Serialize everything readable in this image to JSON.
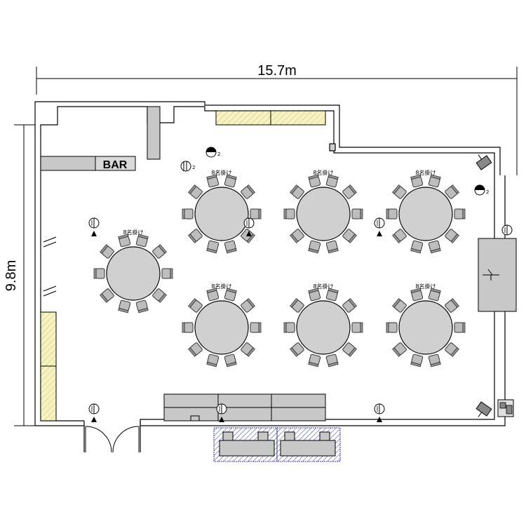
{
  "dimensions": {
    "width_label": "15.7m",
    "height_label": "9.8m"
  },
  "bar": {
    "label": "BAR"
  },
  "tables": [
    {
      "label": "8名掛け"
    },
    {
      "label": "8名掛け"
    },
    {
      "label": "8名掛け"
    },
    {
      "label": "8名掛け"
    },
    {
      "label": "8名掛け"
    },
    {
      "label": "8名掛け"
    },
    {
      "label": "8名掛け"
    }
  ],
  "lights": [
    {
      "number": "2"
    },
    {
      "number": "2"
    },
    {
      "number": "2"
    }
  ],
  "colors": {
    "wall": "#000000",
    "furniture_fill": "#c8c8c8",
    "table_fill": "#d0d0d0",
    "window_fill": "#f7f2c2",
    "stage_hatch": "#3a3a9a"
  }
}
